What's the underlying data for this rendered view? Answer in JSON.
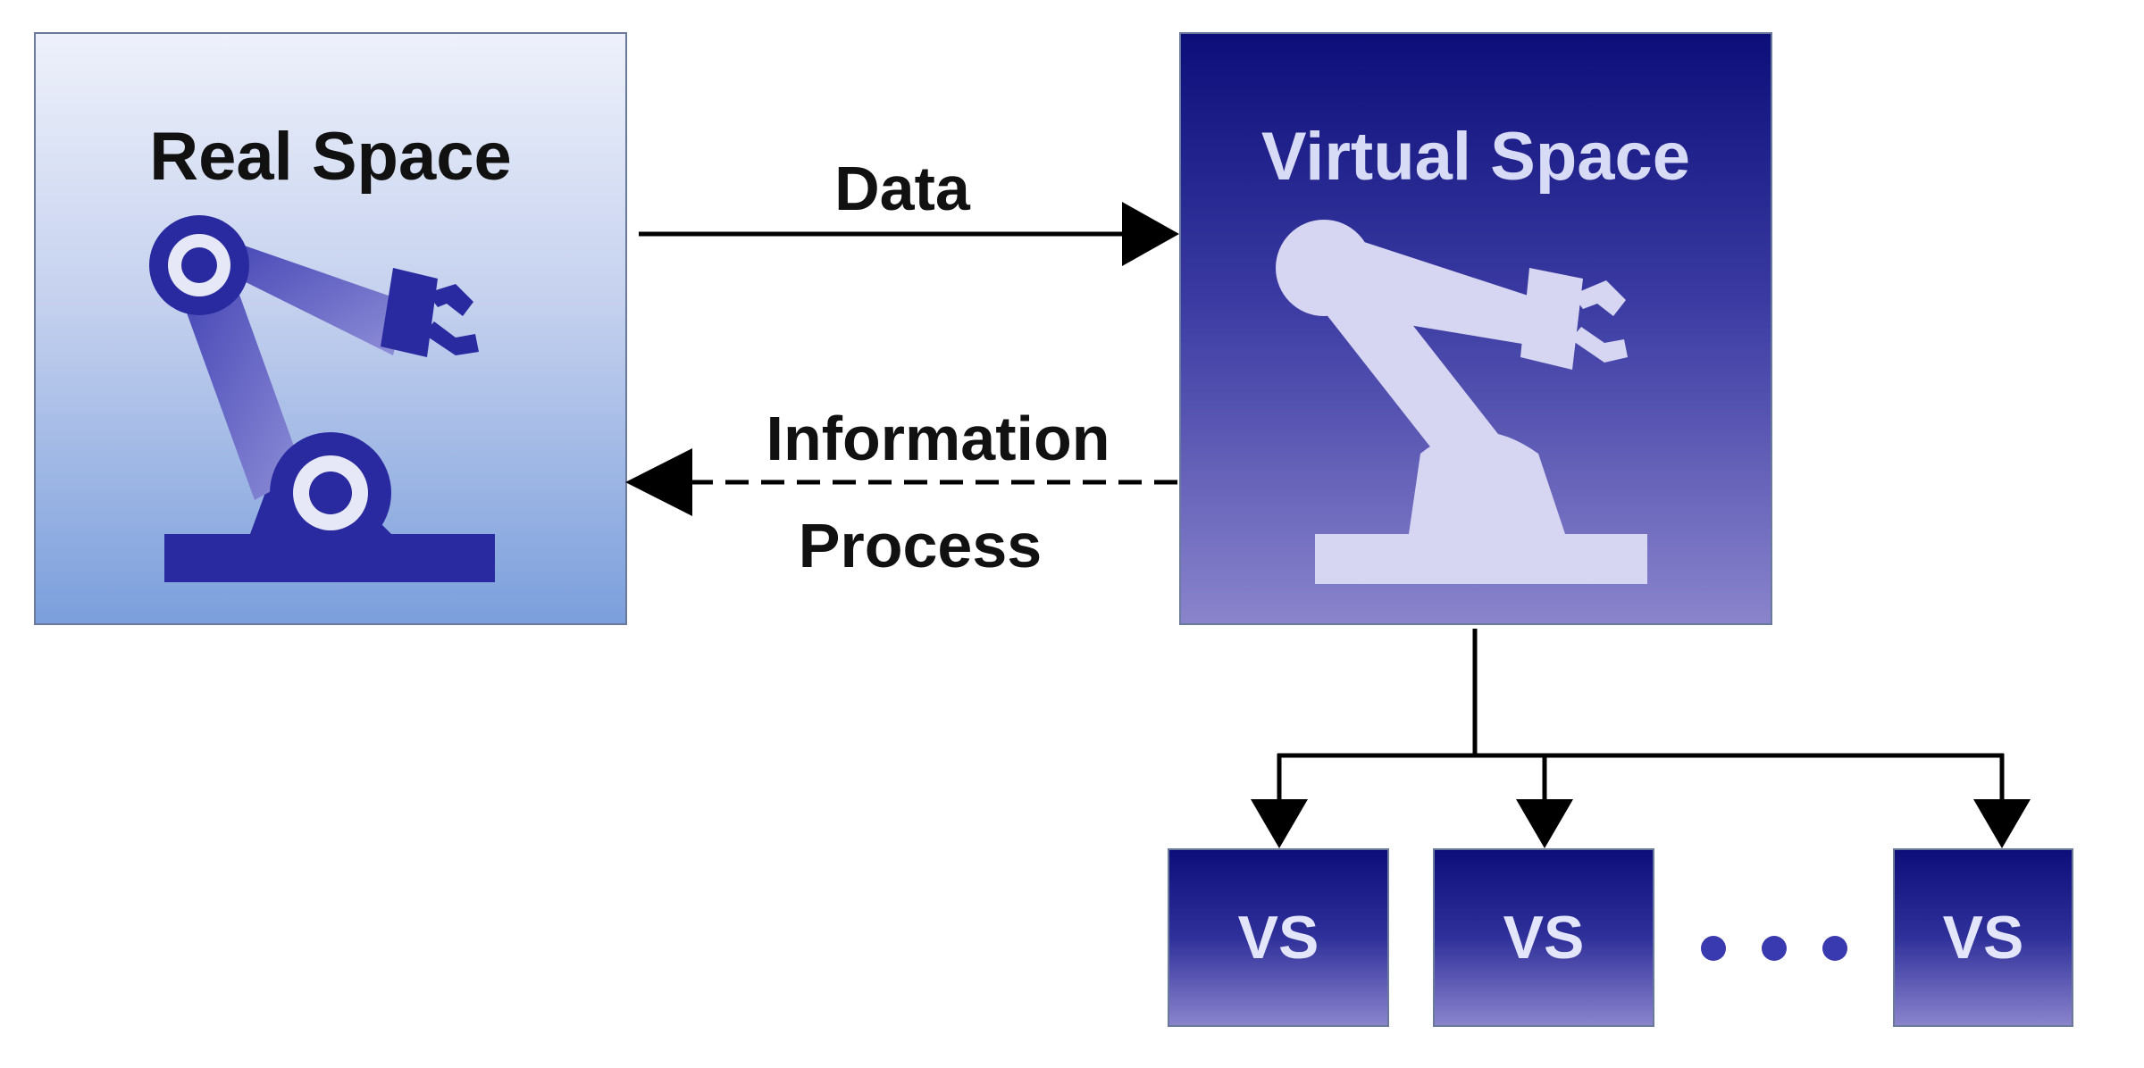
{
  "real_space": {
    "title": "Real Space"
  },
  "virtual_space": {
    "title": "Virtual Space"
  },
  "arrows": {
    "data_label": "Data",
    "information_label": "Information",
    "process_label": "Process"
  },
  "virtual_copies": [
    {
      "label": "VS"
    },
    {
      "label": "VS"
    },
    {
      "label": "VS"
    }
  ],
  "ellipsis": "• • •",
  "colors": {
    "real_box_top": "#eef1fb",
    "real_box_bottom": "#7b9fdc",
    "virtual_box_top": "#0e0e7a",
    "virtual_box_bottom": "#8a84cc",
    "robot_dark": "#2a2aa0",
    "robot_light": "#d6d6f2",
    "arrow": "#000000"
  }
}
